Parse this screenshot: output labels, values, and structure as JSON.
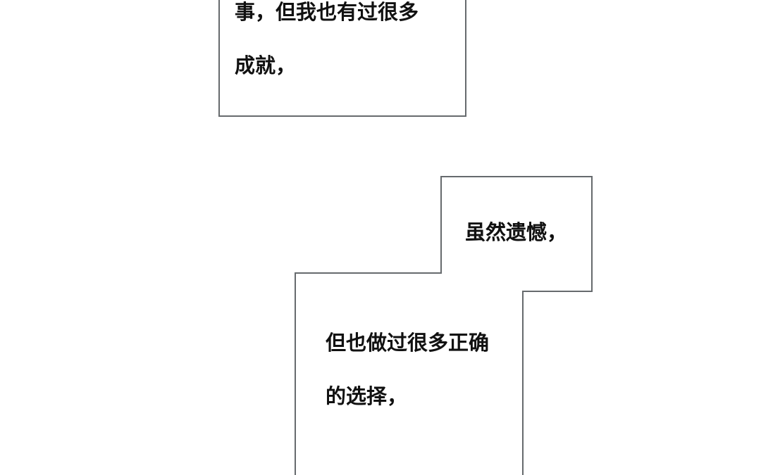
{
  "colors": {
    "border": "#666a6d",
    "text": "#111111",
    "background": "#ffffff"
  },
  "boxes": [
    {
      "lines": [
        "事，但我也有过很多",
        "成就，"
      ]
    },
    {
      "lines": [
        "虽然遗憾，"
      ]
    },
    {
      "lines": [
        "但也做过很多正确",
        "的选择，"
      ]
    }
  ]
}
